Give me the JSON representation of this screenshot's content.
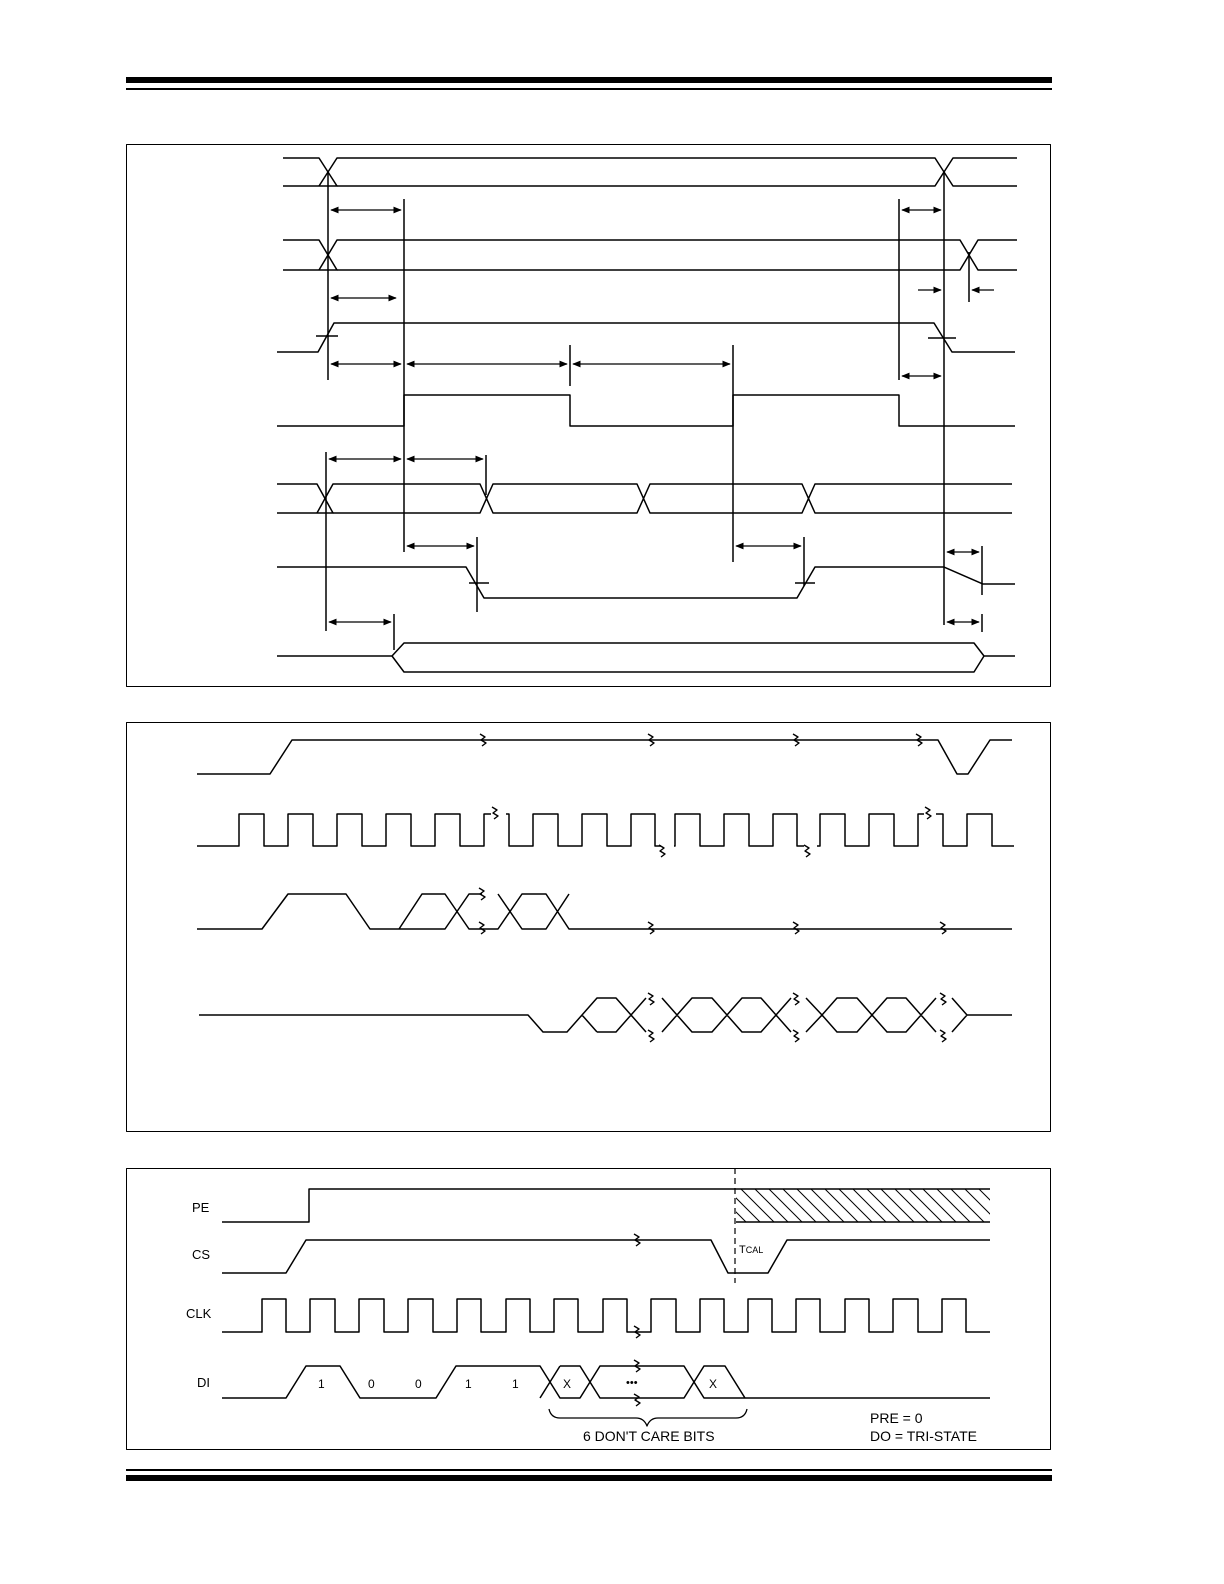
{
  "figure3": {
    "signals": [
      {
        "name": "PE",
        "label": "PE"
      },
      {
        "name": "CS",
        "label": "CS"
      },
      {
        "name": "CLK",
        "label": "CLK"
      },
      {
        "name": "DI",
        "label": "DI"
      }
    ],
    "di_bits": [
      "1",
      "0",
      "0",
      "1",
      "1",
      "X",
      "•••",
      "X"
    ],
    "tcal": {
      "main": "T",
      "sub": "CAL"
    },
    "brace_label": "6 DON'T CARE BITS",
    "notes": [
      "PRE = 0",
      "DO = TRI-STATE"
    ]
  }
}
